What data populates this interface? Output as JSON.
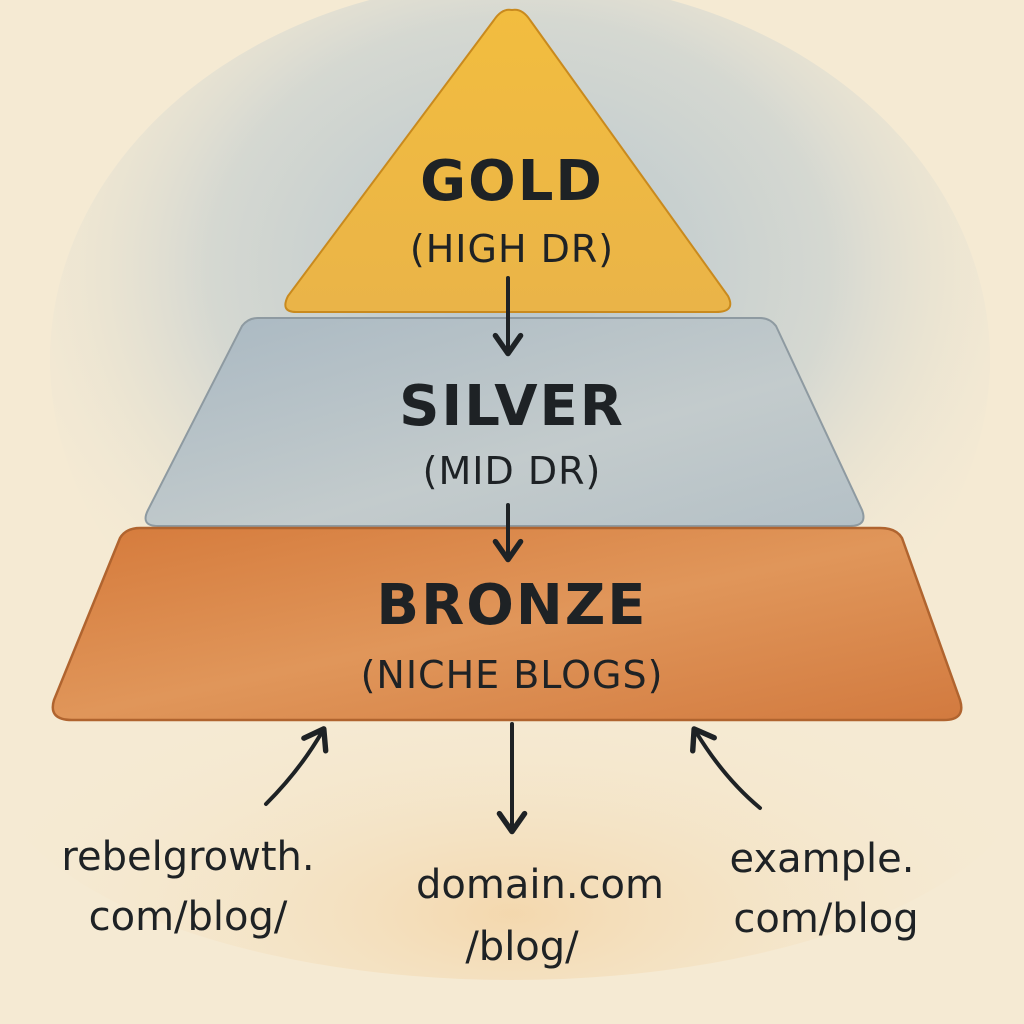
{
  "tiers": [
    {
      "title": "GOLD",
      "subtitle": "(HIGH DR)",
      "color": "#efb43d"
    },
    {
      "title": "SILVER",
      "subtitle": "(MID DR)",
      "color": "#b9c3c8"
    },
    {
      "title": "BRONZE",
      "subtitle": "(NICHE BLOGS)",
      "color": "#d9874b"
    }
  ],
  "sources": [
    {
      "lines": [
        "rebelgrowth.",
        "com/blog/"
      ]
    },
    {
      "lines": [
        "domain.com",
        "/blog/"
      ]
    },
    {
      "lines": [
        "example.",
        "com/blog"
      ]
    }
  ],
  "colors": {
    "paper": "#f5ead3",
    "wash": "#9fb7c9",
    "ink": "#1e2225",
    "gold_edge": "#c98a1e",
    "silver_edge": "#8e9aa1",
    "bronze_edge": "#b0642f"
  }
}
